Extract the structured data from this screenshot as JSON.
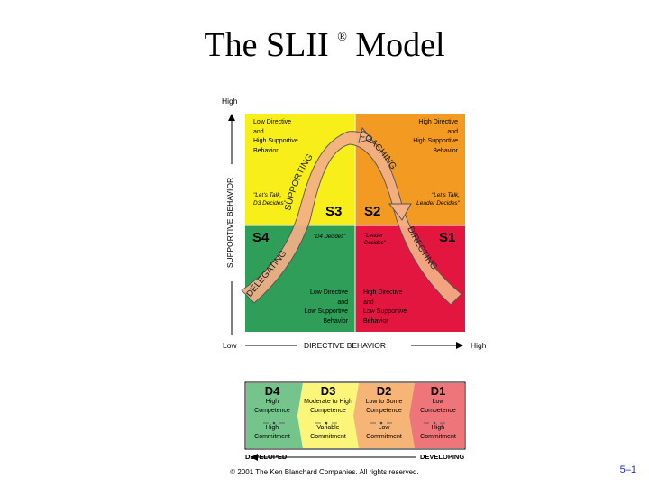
{
  "title": "The SLII",
  "title_mark": "®",
  "title_suffix": "Model",
  "axis": {
    "y_high": "High",
    "y_label": "SUPPORTIVE  BEHAVIOR",
    "x_low": "Low",
    "x_label": "DIRECTIVE  BEHAVIOR",
    "x_high": "High"
  },
  "quadrants": {
    "s3": {
      "desc1": "Low Directive",
      "desc2": "and",
      "desc3": "High Supportive",
      "desc4": "Behavior",
      "quote1": "\"Let's Talk,",
      "quote2": "D3 Decides\"",
      "code": "S3",
      "color": "#f8ee1a"
    },
    "s2": {
      "desc1": "High Directive",
      "desc2": "and",
      "desc3": "High Supportive",
      "desc4": "Behavior",
      "quote1": "\"Let's Talk,",
      "quote2": "Leader Decides\"",
      "code": "S2",
      "color": "#f39a22"
    },
    "s4": {
      "desc1": "Low Directive",
      "desc2": "and",
      "desc3": "Low Supportive",
      "desc4": "Behavior",
      "quote1": "\"D4 Decides\"",
      "code": "S4",
      "color": "#2e9e58"
    },
    "s1": {
      "desc1": "High Directive",
      "desc2": "and",
      "desc3": "Low Supportive",
      "desc4": "Behavior",
      "quote1": "\"Leader",
      "quote2": "Decides\"",
      "code": "S1",
      "color": "#e3163f"
    }
  },
  "curve_labels": {
    "supporting": "SUPPORTING",
    "coaching": "COACHING",
    "delegating": "DELEGATING",
    "directing": "DIRECTING"
  },
  "development": {
    "levels": [
      {
        "code": "D4",
        "line1": "High",
        "line2": "Competence",
        "line3": "High",
        "line4": "Commitment",
        "color": "#74c48c"
      },
      {
        "code": "D3",
        "line1": "Moderate to High",
        "line2": "Competence",
        "line3": "Variable",
        "line4": "Commitment",
        "color": "#fbf57a"
      },
      {
        "code": "D2",
        "line1": "Low to Some",
        "line2": "Competence",
        "line3": "Low",
        "line4": "Commitment",
        "color": "#f6b477"
      },
      {
        "code": "D1",
        "line1": "Low",
        "line2": "Competence",
        "line3": "High",
        "line4": "Commitment",
        "color": "#ee7579"
      }
    ],
    "left_label": "DEVELOPED",
    "right_label": "DEVELOPING"
  },
  "footer": "© 2001 The Ken Blanchard Companies. All rights reserved.",
  "page_number": "5–1"
}
